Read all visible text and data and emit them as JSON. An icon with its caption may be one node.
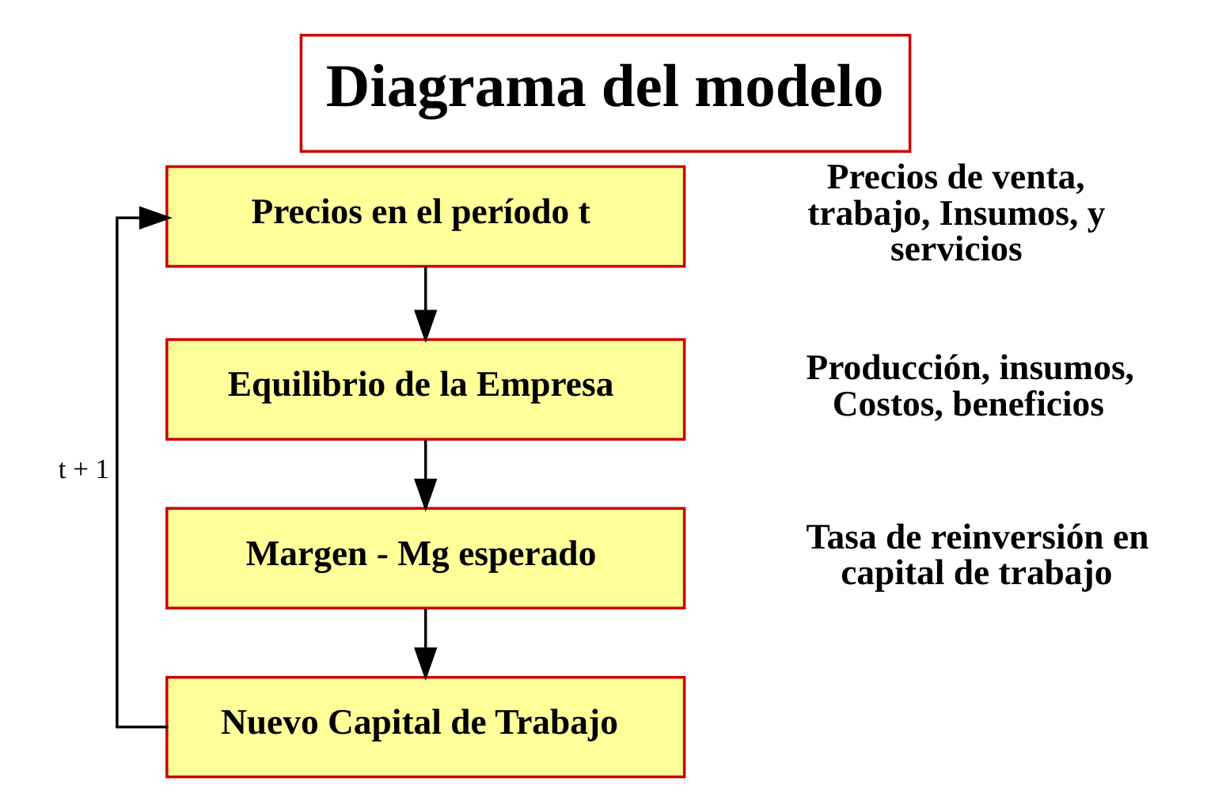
{
  "diagram": {
    "title": "Diagrama del modelo",
    "nodes": [
      {
        "text": [
          "Precios en el período t"
        ],
        "beside": [
          "Precios de venta, trabajo, Insumos, y servicios"
        ]
      },
      {
        "text": [
          "Equilibrio de la Empresa"
        ],
        "beside": [
          "Producción, insumos, Costos, beneficios"
        ]
      },
      {
        "text": [
          "Margen - Mg esperado"
        ],
        "beside": [
          "Tasa de reinversión en capital de trabajo"
        ]
      },
      {
        "text": [
          "Nuevo Capital de Trabajo"
        ]
      }
    ],
    "edges": [
      {
        "from": 0,
        "to": 1,
        "arrow": "to"
      },
      {
        "from": 1,
        "to": 2,
        "arrow": "to"
      },
      {
        "from": 2,
        "to": 3,
        "arrow": "to"
      },
      {
        "from": 3,
        "to": 0,
        "arrow": "to",
        "label": "t + 1"
      }
    ]
  }
}
